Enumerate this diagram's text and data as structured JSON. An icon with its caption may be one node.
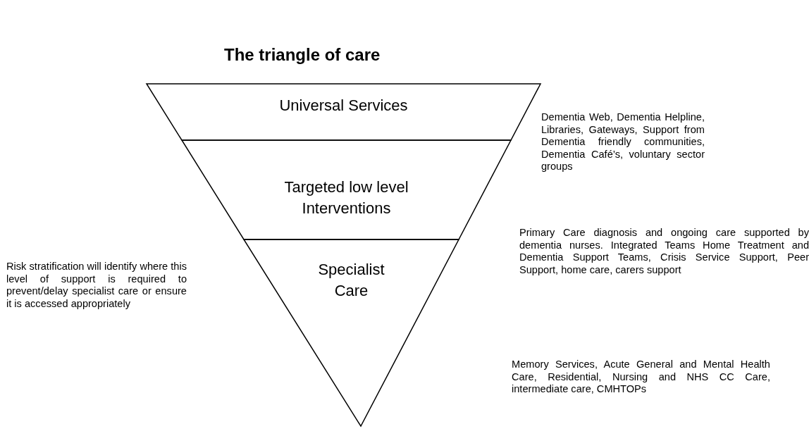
{
  "diagram": {
    "title": "The triangle of care",
    "nodes": [
      {
        "text": [
          "Universal Services"
        ]
      },
      {
        "text": [
          "Targeted low level Interventions"
        ]
      },
      {
        "text": [
          "Specialist Care"
        ]
      }
    ],
    "edges": [],
    "labels": [
      "Dementia Web, Dementia Helpline, Libraries, Gateways, Support from Dementia friendly communities, Dementia Café’s, voluntary sector groups",
      "Risk stratification will identify where this level of support is required to prevent/delay specialist care or ensure it is accessed appropriately",
      "Primary Care diagnosis and ongoing care supported by dementia nurses. Integrated Teams Home Treatment and Dementia Support Teams, Crisis Service Support, Peer Support, home care, carers support",
      "Memory Services, Acute General and Mental Health Care, Residential, Nursing and NHS CC Care, intermediate care, CMHTOPs"
    ]
  }
}
